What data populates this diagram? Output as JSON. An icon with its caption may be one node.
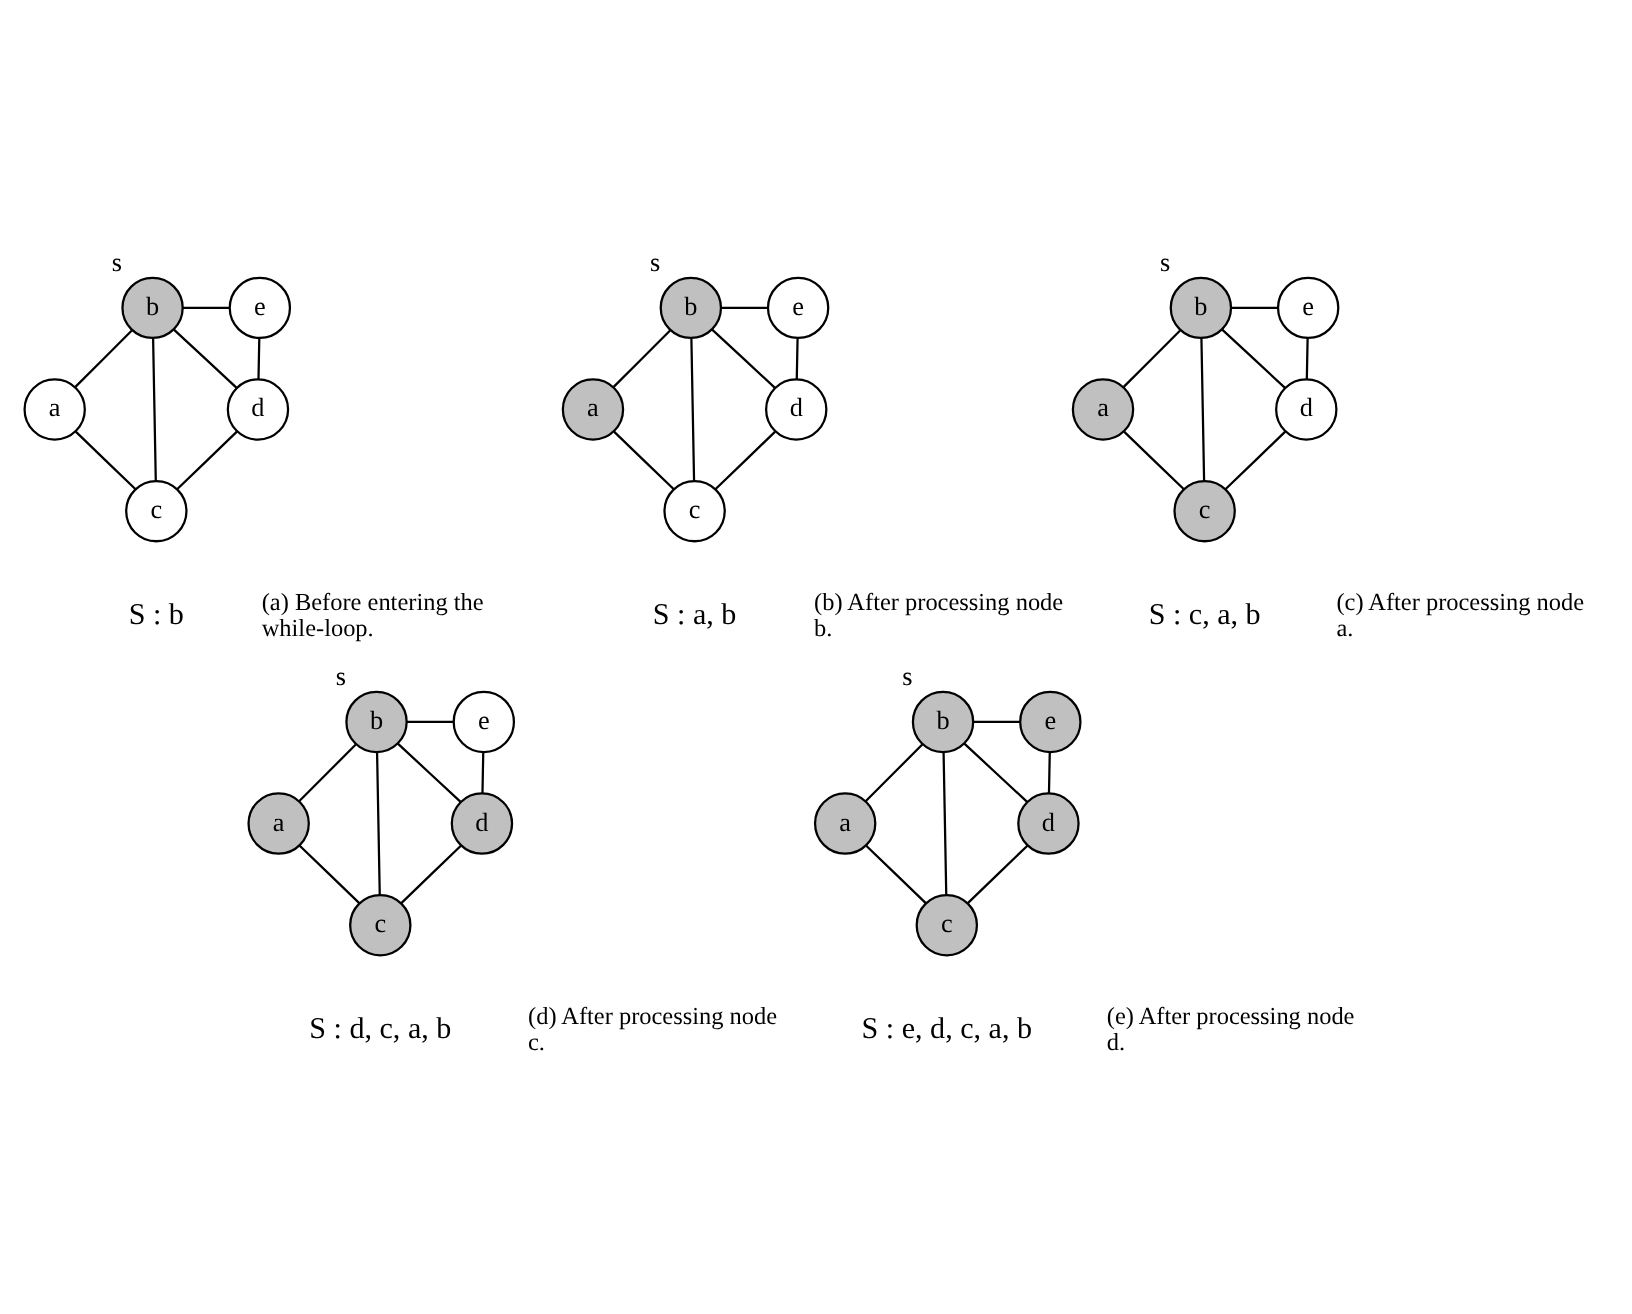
{
  "diagram": {
    "nodes": [
      {
        "text": [
          "b"
        ],
        "beside": [
          "s"
        ]
      },
      {
        "text": [
          "e"
        ]
      },
      {
        "text": [
          "a"
        ]
      },
      {
        "text": [
          "d"
        ]
      },
      {
        "text": [
          "c"
        ]
      },
      {
        "text": [
          "b"
        ],
        "beside": [
          "s"
        ]
      },
      {
        "text": [
          "e"
        ]
      },
      {
        "text": [
          "a"
        ]
      },
      {
        "text": [
          "d"
        ]
      },
      {
        "text": [
          "c"
        ]
      },
      {
        "text": [
          "b"
        ],
        "beside": [
          "s"
        ]
      },
      {
        "text": [
          "e"
        ]
      },
      {
        "text": [
          "a"
        ]
      },
      {
        "text": [
          "d"
        ]
      },
      {
        "text": [
          "c"
        ]
      },
      {
        "text": [
          "b"
        ],
        "beside": [
          "s"
        ]
      },
      {
        "text": [
          "e"
        ]
      },
      {
        "text": [
          "a"
        ]
      },
      {
        "text": [
          "d"
        ]
      },
      {
        "text": [
          "c"
        ]
      },
      {
        "text": [
          "b"
        ],
        "beside": [
          "s"
        ]
      },
      {
        "text": [
          "e"
        ]
      },
      {
        "text": [
          "a"
        ]
      },
      {
        "text": [
          "d"
        ]
      },
      {
        "text": [
          "c"
        ]
      }
    ],
    "edges": [
      {
        "from": 0,
        "to": 1,
        "arrow": "none"
      },
      {
        "from": 0,
        "to": 2,
        "arrow": "none"
      },
      {
        "from": 0,
        "to": 4,
        "arrow": "none"
      },
      {
        "from": 0,
        "to": 3,
        "arrow": "none"
      },
      {
        "from": 1,
        "to": 3,
        "arrow": "none"
      },
      {
        "from": 2,
        "to": 4,
        "arrow": "none"
      },
      {
        "from": 3,
        "to": 4,
        "arrow": "none"
      },
      {
        "from": 5,
        "to": 6,
        "arrow": "none"
      },
      {
        "from": 5,
        "to": 7,
        "arrow": "none"
      },
      {
        "from": 5,
        "to": 9,
        "arrow": "none"
      },
      {
        "from": 5,
        "to": 8,
        "arrow": "none"
      },
      {
        "from": 6,
        "to": 8,
        "arrow": "none"
      },
      {
        "from": 7,
        "to": 9,
        "arrow": "none"
      },
      {
        "from": 8,
        "to": 9,
        "arrow": "none"
      },
      {
        "from": 10,
        "to": 11,
        "arrow": "none"
      },
      {
        "from": 10,
        "to": 12,
        "arrow": "none"
      },
      {
        "from": 10,
        "to": 14,
        "arrow": "none"
      },
      {
        "from": 10,
        "to": 13,
        "arrow": "none"
      },
      {
        "from": 11,
        "to": 13,
        "arrow": "none"
      },
      {
        "from": 12,
        "to": 14,
        "arrow": "none"
      },
      {
        "from": 13,
        "to": 14,
        "arrow": "none"
      },
      {
        "from": 15,
        "to": 16,
        "arrow": "none"
      },
      {
        "from": 15,
        "to": 17,
        "arrow": "none"
      },
      {
        "from": 15,
        "to": 19,
        "arrow": "none"
      },
      {
        "from": 15,
        "to": 18,
        "arrow": "none"
      },
      {
        "from": 16,
        "to": 18,
        "arrow": "none"
      },
      {
        "from": 17,
        "to": 19,
        "arrow": "none"
      },
      {
        "from": 18,
        "to": 19,
        "arrow": "none"
      },
      {
        "from": 20,
        "to": 21,
        "arrow": "none"
      },
      {
        "from": 20,
        "to": 22,
        "arrow": "none"
      },
      {
        "from": 20,
        "to": 24,
        "arrow": "none"
      },
      {
        "from": 20,
        "to": 23,
        "arrow": "none"
      },
      {
        "from": 21,
        "to": 23,
        "arrow": "none"
      },
      {
        "from": 22,
        "to": 24,
        "arrow": "none"
      },
      {
        "from": 23,
        "to": 24,
        "arrow": "none"
      }
    ],
    "labels": [
      "S : b",
      "(a) Before entering the while-loop.",
      "S : a, b",
      "(b) After processing node b.",
      "S : c, a, b",
      "(c) After processing node a.",
      "S : d, c, a, b",
      "(d) After processing node c.",
      "S : e, d, c, a, b",
      "(e) After processing node d."
    ]
  }
}
